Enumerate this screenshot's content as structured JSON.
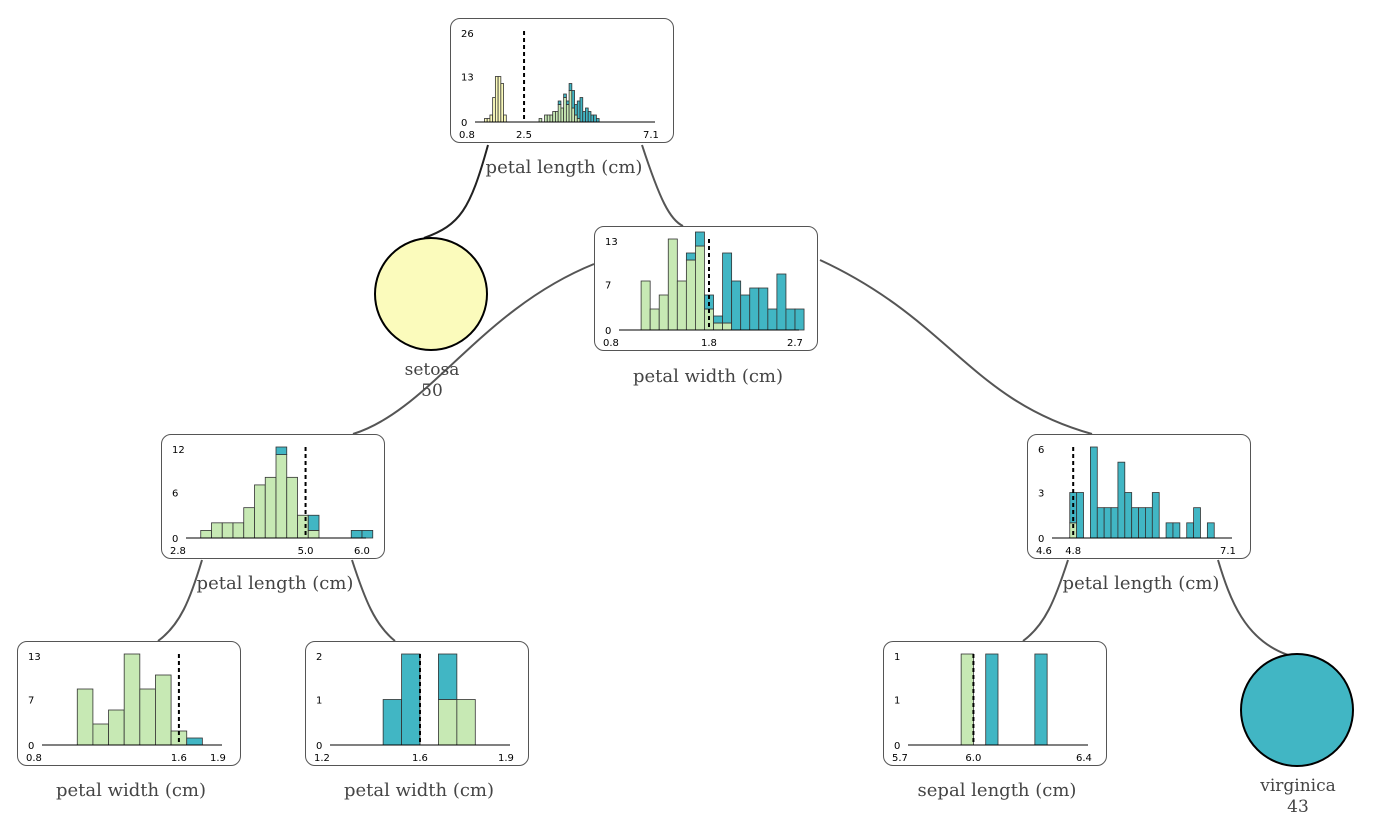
{
  "colors": {
    "setosa": "#fbfbbc",
    "versicolor": "#c7e9b4",
    "virginica": "#41b6c4",
    "edge": "#555555"
  },
  "nodes": {
    "root": {
      "feature": "petal length (cm)",
      "yticks": [
        "26",
        "13",
        "0"
      ],
      "xticks": [
        "0.8",
        "2.5",
        "7.1"
      ],
      "split": 2.45,
      "xrange": [
        0.8,
        7.1
      ],
      "ymax": 26,
      "bins_start": 1.0,
      "bin_width": 0.1,
      "setosa": [
        1,
        1,
        2,
        7,
        13,
        13,
        11,
        2,
        0
      ],
      "versicolor_start": 3.0,
      "versicolor": [
        1,
        0,
        2,
        2,
        2,
        3,
        3,
        5,
        4,
        7,
        5,
        9,
        4,
        2,
        1,
        0,
        0,
        0,
        0,
        0,
        0
      ],
      "virginica": [
        0,
        0,
        0,
        0,
        0,
        0,
        0,
        1,
        0,
        1,
        1,
        2,
        5,
        3,
        5,
        7,
        3,
        4,
        3,
        2,
        2,
        1
      ]
    },
    "pw": {
      "feature": "petal width (cm)",
      "yticks": [
        "13",
        "7",
        "0"
      ],
      "xticks": [
        "0.8",
        "1.8",
        "2.7"
      ],
      "split": 1.75,
      "xrange": [
        0.8,
        2.7
      ],
      "ymax": 13,
      "bins_start": 1.0,
      "bin_width": 0.1,
      "versicolor": [
        7,
        3,
        5,
        13,
        7,
        10,
        12,
        3,
        1,
        1,
        0,
        0,
        0,
        0,
        0,
        0
      ],
      "virginica": [
        0,
        0,
        0,
        0,
        0,
        1,
        2,
        2,
        1,
        10,
        7,
        5,
        6,
        6,
        3,
        8,
        3,
        3
      ]
    },
    "pl_left": {
      "feature": "petal length (cm)",
      "yticks": [
        "12",
        "6",
        "0"
      ],
      "xticks": [
        "2.8",
        "5.0",
        "6.0"
      ],
      "split": 4.95,
      "xrange": [
        2.8,
        6.0
      ],
      "ymax": 12,
      "bins_start": 3.0,
      "bin_width": 0.2,
      "versicolor": [
        1,
        2,
        2,
        2,
        4,
        7,
        8,
        11,
        8,
        3,
        1,
        0,
        0,
        0,
        0,
        0
      ],
      "virginica": [
        0,
        0,
        0,
        0,
        0,
        0,
        0,
        1,
        0,
        0,
        2,
        0,
        0,
        0,
        1,
        1
      ]
    },
    "pl_right": {
      "feature": "petal length (cm)",
      "yticks": [
        "6",
        "3",
        "0"
      ],
      "xticks": [
        "4.6",
        "4.8",
        "7.1"
      ],
      "split": 4.85,
      "xrange": [
        4.6,
        7.1
      ],
      "ymax": 6,
      "bins_start": 4.8,
      "bin_width": 0.1,
      "versicolor": [
        1
      ],
      "virginica": [
        2,
        3,
        0,
        6,
        2,
        2,
        2,
        5,
        3,
        2,
        2,
        2,
        3,
        0,
        1,
        1,
        0,
        1,
        2,
        0,
        1,
        0,
        0
      ]
    },
    "pw_ll": {
      "feature": "petal width (cm)",
      "yticks": [
        "13",
        "7",
        "0"
      ],
      "xticks": [
        "0.8",
        "1.6",
        "1.9"
      ],
      "split": 1.65,
      "xrange": [
        0.8,
        1.9
      ],
      "ymax": 13,
      "bins_start": 1.0,
      "bin_width": 0.1,
      "versicolor": [
        8,
        3,
        5,
        13,
        8,
        10,
        2
      ],
      "virginica": [
        0,
        0,
        0,
        0,
        0,
        0,
        0,
        1
      ]
    },
    "pw_lr": {
      "feature": "petal width (cm)",
      "yticks": [
        "2",
        "1",
        "0"
      ],
      "xticks": [
        "1.2",
        "1.6",
        "1.9"
      ],
      "split": 1.55,
      "xrange": [
        1.2,
        1.9
      ],
      "ymax": 2,
      "bins_start": 1.4,
      "bin_width": 0.075,
      "versicolor": [
        0,
        0,
        0,
        1,
        1
      ],
      "virginica": [
        1,
        2,
        0,
        1,
        0
      ]
    },
    "sl_rl": {
      "feature": "sepal length (cm)",
      "yticks": [
        "1",
        "1",
        "0"
      ],
      "xticks": [
        "5.7",
        "6.0",
        "6.4"
      ],
      "split": 5.95,
      "xrange": [
        5.7,
        6.4
      ],
      "ymax": 1,
      "bins_start": 5.9,
      "bin_width": 0.05,
      "versicolor": [
        1
      ],
      "virginica": [
        0,
        0,
        1,
        0,
        0,
        0,
        1
      ]
    }
  },
  "leaves": {
    "setosa": {
      "class": "setosa",
      "count": "50"
    },
    "virginica": {
      "class": "virginica",
      "count": "43"
    }
  }
}
